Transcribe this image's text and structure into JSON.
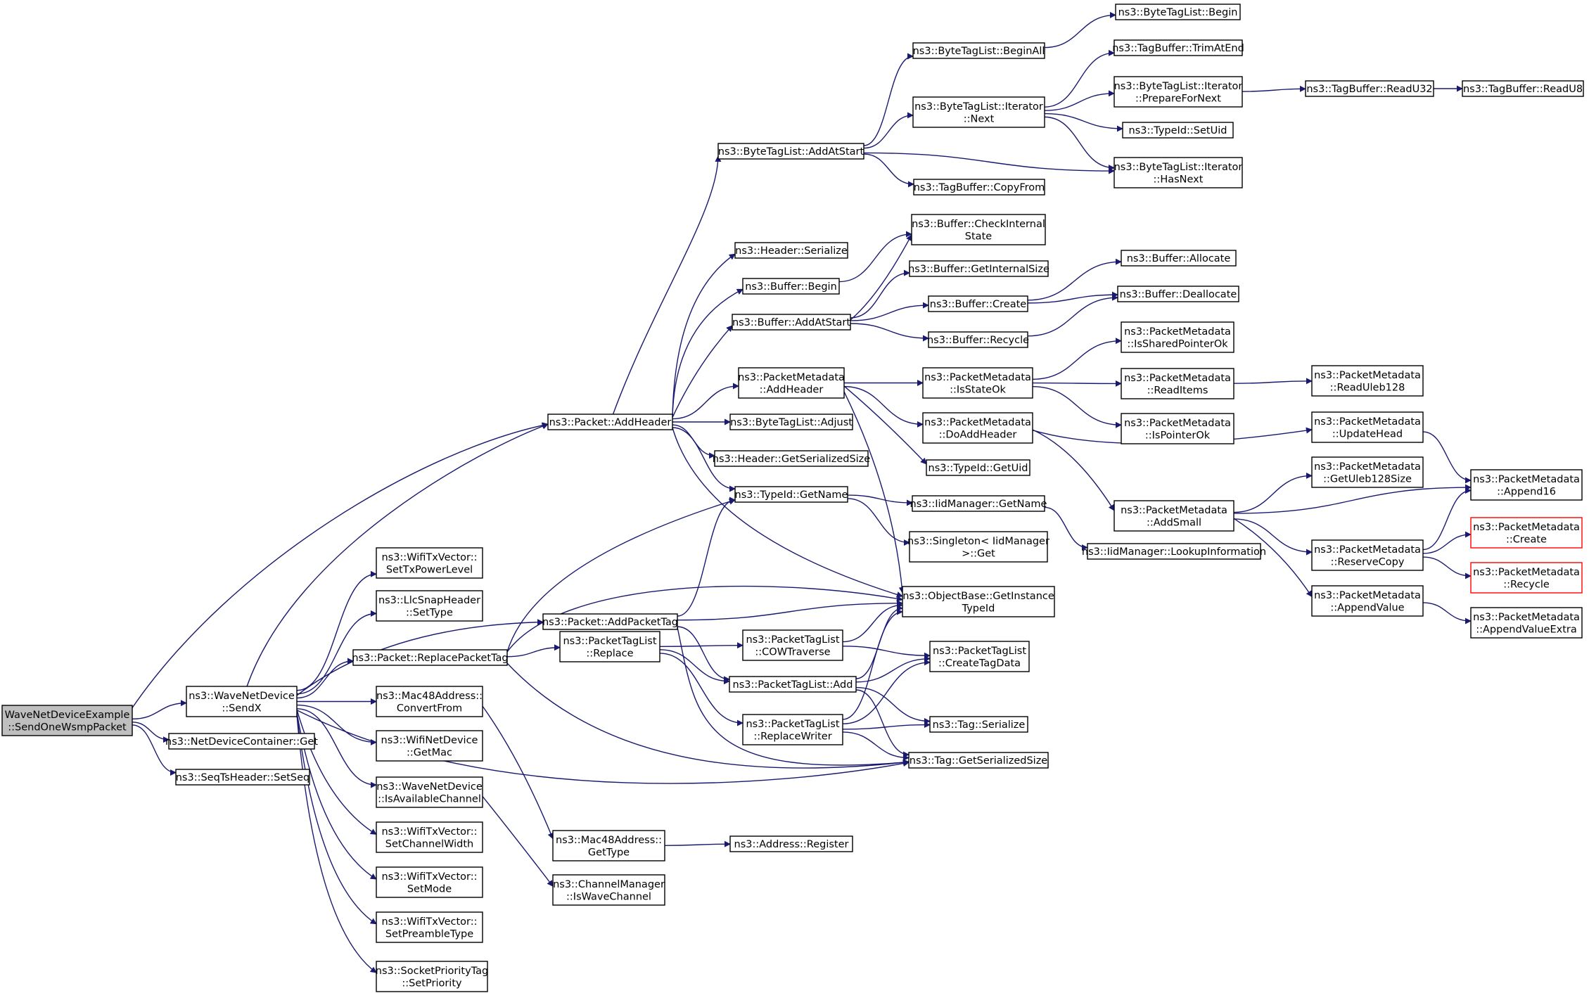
{
  "colors": {
    "edge": "#191970",
    "node_border": "#000000",
    "node_fill": "#ffffff",
    "root_fill": "#bfbfbf",
    "truncated_border": "#ff0000"
  },
  "nodes": [
    {
      "id": "root",
      "lines": [
        "WaveNetDeviceExample",
        "::SendOneWsmpPacket"
      ]
    },
    {
      "id": "sendx",
      "lines": [
        "ns3::WaveNetDevice",
        "::SendX"
      ]
    },
    {
      "id": "ndcget",
      "lines": [
        "ns3::NetDeviceContainer::Get"
      ]
    },
    {
      "id": "setseq",
      "lines": [
        "ns3::SeqTsHeader::SetSeq"
      ]
    },
    {
      "id": "addheader",
      "lines": [
        "ns3::Packet::AddHeader"
      ]
    },
    {
      "id": "settxpower",
      "lines": [
        "ns3::WifiTxVector::",
        "SetTxPowerLevel"
      ]
    },
    {
      "id": "llcsettype",
      "lines": [
        "ns3::LlcSnapHeader",
        "::SetType"
      ]
    },
    {
      "id": "replacetag",
      "lines": [
        "ns3::Packet::ReplacePacketTag"
      ]
    },
    {
      "id": "addpackettag",
      "lines": [
        "ns3::Packet::AddPacketTag"
      ]
    },
    {
      "id": "convertfrom",
      "lines": [
        "ns3::Mac48Address::",
        "ConvertFrom"
      ]
    },
    {
      "id": "getmac",
      "lines": [
        "ns3::WifiNetDevice",
        "::GetMac"
      ]
    },
    {
      "id": "isavail",
      "lines": [
        "ns3::WaveNetDevice",
        "::IsAvailableChannel"
      ]
    },
    {
      "id": "setchw",
      "lines": [
        "ns3::WifiTxVector::",
        "SetChannelWidth"
      ]
    },
    {
      "id": "setmode",
      "lines": [
        "ns3::WifiTxVector::",
        "SetMode"
      ]
    },
    {
      "id": "setpreamble",
      "lines": [
        "ns3::WifiTxVector::",
        "SetPreambleType"
      ]
    },
    {
      "id": "setpriority",
      "lines": [
        "ns3::SocketPriorityTag",
        "::SetPriority"
      ]
    },
    {
      "id": "btladdatstart",
      "lines": [
        "ns3::ByteTagList::AddAtStart"
      ]
    },
    {
      "id": "hdrserialize",
      "lines": [
        "ns3::Header::Serialize"
      ]
    },
    {
      "id": "bufbegin",
      "lines": [
        "ns3::Buffer::Begin"
      ]
    },
    {
      "id": "bufaddatstart",
      "lines": [
        "ns3::Buffer::AddAtStart"
      ]
    },
    {
      "id": "pmaddheader",
      "lines": [
        "ns3::PacketMetadata",
        "::AddHeader"
      ]
    },
    {
      "id": "btladjust",
      "lines": [
        "ns3::ByteTagList::Adjust"
      ]
    },
    {
      "id": "hdrgetsize",
      "lines": [
        "ns3::Header::GetSerializedSize"
      ]
    },
    {
      "id": "typeidgetname",
      "lines": [
        "ns3::TypeId::GetName"
      ]
    },
    {
      "id": "ptlreplace",
      "lines": [
        "ns3::PacketTagList",
        "::Replace"
      ]
    },
    {
      "id": "mac48gettype",
      "lines": [
        "ns3::Mac48Address::",
        "GetType"
      ]
    },
    {
      "id": "cmiswave",
      "lines": [
        "ns3::ChannelManager",
        "::IsWaveChannel"
      ]
    },
    {
      "id": "btlbeginall",
      "lines": [
        "ns3::ByteTagList::BeginAll"
      ]
    },
    {
      "id": "btlitnext",
      "lines": [
        "ns3::ByteTagList::Iterator",
        "::Next"
      ]
    },
    {
      "id": "tbcopyfrom",
      "lines": [
        "ns3::TagBuffer::CopyFrom"
      ]
    },
    {
      "id": "bufcheck",
      "lines": [
        "ns3::Buffer::CheckInternal",
        "State"
      ]
    },
    {
      "id": "bufgetsize",
      "lines": [
        "ns3::Buffer::GetInternalSize"
      ]
    },
    {
      "id": "bufcreate",
      "lines": [
        "ns3::Buffer::Create"
      ]
    },
    {
      "id": "bufrecycle",
      "lines": [
        "ns3::Buffer::Recycle"
      ]
    },
    {
      "id": "pmisstateok",
      "lines": [
        "ns3::PacketMetadata",
        "::IsStateOk"
      ]
    },
    {
      "id": "pmdoadd",
      "lines": [
        "ns3::PacketMetadata",
        "::DoAddHeader"
      ]
    },
    {
      "id": "typeidgetuid",
      "lines": [
        "ns3::TypeId::GetUid"
      ]
    },
    {
      "id": "iidgetname",
      "lines": [
        "ns3::IidManager::GetName"
      ]
    },
    {
      "id": "singletonget",
      "lines": [
        "ns3::Singleton< IidManager",
        ">::Get"
      ]
    },
    {
      "id": "objgettypeid",
      "lines": [
        "ns3::ObjectBase::GetInstance",
        "TypeId"
      ]
    },
    {
      "id": "ptlcow",
      "lines": [
        "ns3::PacketTagList",
        "::COWTraverse"
      ]
    },
    {
      "id": "ptladd",
      "lines": [
        "ns3::PacketTagList::Add"
      ]
    },
    {
      "id": "ptlrepwriter",
      "lines": [
        "ns3::PacketTagList",
        "::ReplaceWriter"
      ]
    },
    {
      "id": "addrregister",
      "lines": [
        "ns3::Address::Register"
      ]
    },
    {
      "id": "btlbegin",
      "lines": [
        "ns3::ByteTagList::Begin"
      ]
    },
    {
      "id": "tbtrim",
      "lines": [
        "ns3::TagBuffer::TrimAtEnd"
      ]
    },
    {
      "id": "btlitprepare",
      "lines": [
        "ns3::ByteTagList::Iterator",
        "::PrepareForNext"
      ]
    },
    {
      "id": "typeidsetuid",
      "lines": [
        "ns3::TypeId::SetUid"
      ]
    },
    {
      "id": "btlithasnext",
      "lines": [
        "ns3::ByteTagList::Iterator",
        "::HasNext"
      ]
    },
    {
      "id": "bufallocate",
      "lines": [
        "ns3::Buffer::Allocate"
      ]
    },
    {
      "id": "bufdealloc",
      "lines": [
        "ns3::Buffer::Deallocate"
      ]
    },
    {
      "id": "pmisshared",
      "lines": [
        "ns3::PacketMetadata",
        "::IsSharedPointerOk"
      ]
    },
    {
      "id": "pmreaditems",
      "lines": [
        "ns3::PacketMetadata",
        "::ReadItems"
      ]
    },
    {
      "id": "pmispointer",
      "lines": [
        "ns3::PacketMetadata",
        "::IsPointerOk"
      ]
    },
    {
      "id": "pmaddsmall",
      "lines": [
        "ns3::PacketMetadata",
        "::AddSmall"
      ]
    },
    {
      "id": "iidlookup",
      "lines": [
        "ns3::IidManager::LookupInformation"
      ]
    },
    {
      "id": "ptlcreatetag",
      "lines": [
        "ns3::PacketTagList",
        "::CreateTagData"
      ]
    },
    {
      "id": "tagserialize",
      "lines": [
        "ns3::Tag::Serialize"
      ]
    },
    {
      "id": "taggetsize",
      "lines": [
        "ns3::Tag::GetSerializedSize"
      ]
    },
    {
      "id": "tbreadu32",
      "lines": [
        "ns3::TagBuffer::ReadU32"
      ]
    },
    {
      "id": "pmreaduleb",
      "lines": [
        "ns3::PacketMetadata",
        "::ReadUleb128"
      ]
    },
    {
      "id": "pmupdatehead",
      "lines": [
        "ns3::PacketMetadata",
        "::UpdateHead"
      ]
    },
    {
      "id": "pmgetuleb",
      "lines": [
        "ns3::PacketMetadata",
        "::GetUleb128Size"
      ]
    },
    {
      "id": "pmreservecopy",
      "lines": [
        "ns3::PacketMetadata",
        "::ReserveCopy"
      ]
    },
    {
      "id": "pmappendvalue",
      "lines": [
        "ns3::PacketMetadata",
        "::AppendValue"
      ]
    },
    {
      "id": "tbreadu8",
      "lines": [
        "ns3::TagBuffer::ReadU8"
      ]
    },
    {
      "id": "pmappend16",
      "lines": [
        "ns3::PacketMetadata",
        "::Append16"
      ]
    },
    {
      "id": "pmcreate",
      "lines": [
        "ns3::PacketMetadata",
        "::Create"
      ]
    },
    {
      "id": "pmrecycle",
      "lines": [
        "ns3::PacketMetadata",
        "::Recycle"
      ]
    },
    {
      "id": "pmappendextra",
      "lines": [
        "ns3::PacketMetadata",
        "::AppendValueExtra"
      ]
    }
  ]
}
